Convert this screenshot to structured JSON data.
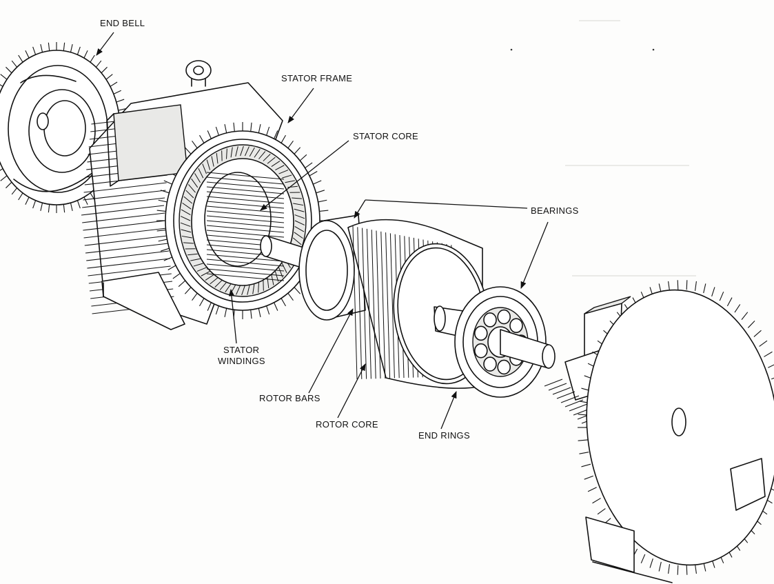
{
  "labels": {
    "end_bell": "END BELL",
    "stator_frame": "STATOR FRAME",
    "stator_core": "STATOR CORE",
    "bearings": "BEARINGS",
    "stator_windings_line1": "STATOR",
    "stator_windings_line2": "WINDINGS",
    "rotor_bars": "ROTOR BARS",
    "rotor_core": "ROTOR CORE",
    "end_rings": "END RINGS"
  }
}
